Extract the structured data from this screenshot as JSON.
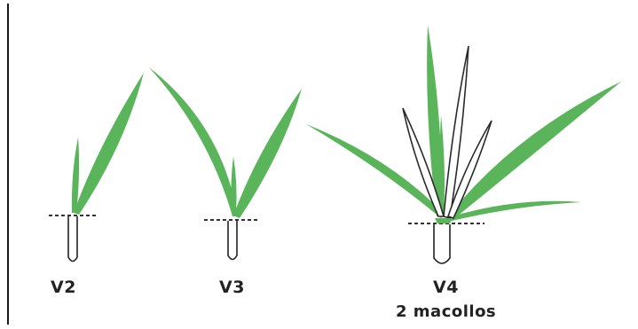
{
  "colors": {
    "leaf": "#5ab55a",
    "tiller_outline": "#2a2a2a",
    "tiller_fill": "#ffffff",
    "soil_line": "#333333",
    "root": "#222222",
    "text": "#222222"
  },
  "stages": [
    {
      "id": "v2",
      "label": "V2",
      "sublabel": ""
    },
    {
      "id": "v3",
      "label": "V3",
      "sublabel": ""
    },
    {
      "id": "v4",
      "label": "V4",
      "sublabel": "2 macollos"
    }
  ]
}
